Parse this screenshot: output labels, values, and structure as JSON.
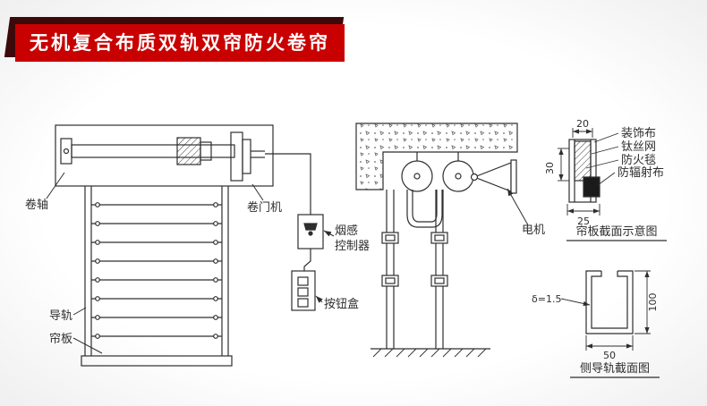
{
  "banner": {
    "title": "无机复合布质双轨双帘防火卷帘",
    "bg_color": "#c90000",
    "shadow_color": "#3c0a0a"
  },
  "front_view": {
    "labels": {
      "roller_shaft": "卷轴",
      "door_operator": "卷门机",
      "guide_rail": "导轨",
      "curtain_slat": "帘板"
    }
  },
  "controls": {
    "smoke_controller_line1": "烟感",
    "smoke_controller_line2": "控制器",
    "button_box": "按钮盒"
  },
  "side_view": {
    "labels": {
      "motor": "电机"
    }
  },
  "curtain_section": {
    "title": "帘板截面示意图",
    "layers": [
      "装饰布",
      "钛丝网",
      "防火毯",
      "防辐射布"
    ],
    "dims": {
      "top_width": "20",
      "side_height": "30",
      "bottom_width": "25"
    }
  },
  "rail_section": {
    "title": "侧导轨截面图",
    "dims": {
      "thickness": "δ=1.5",
      "height": "100",
      "width": "50"
    }
  }
}
